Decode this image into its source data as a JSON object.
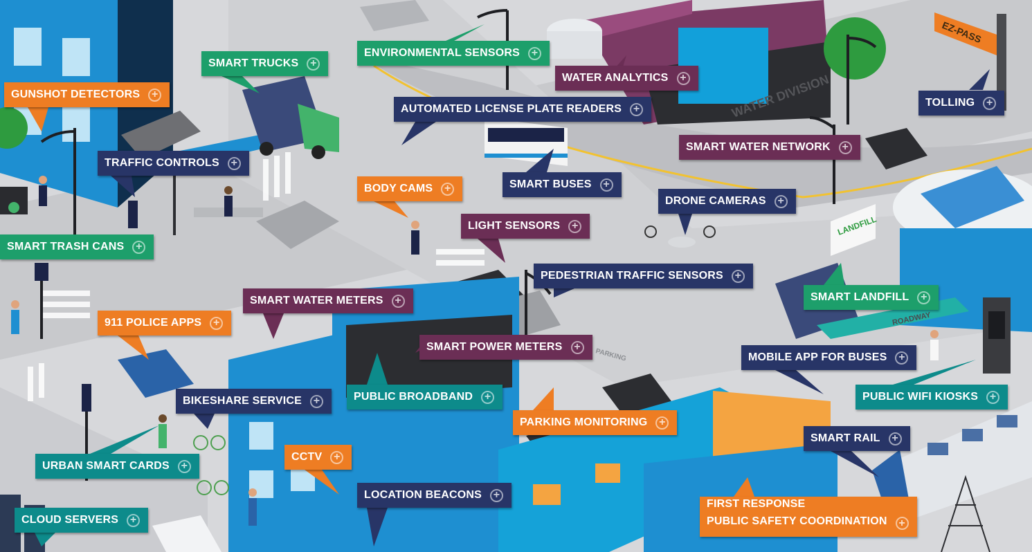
{
  "colors": {
    "orange": "#ee7d23",
    "green": "#1d9f6b",
    "navy": "#283567",
    "plum": "#6b2e55",
    "teal": "#0d8b8b",
    "building_blue": "#1e8fd1",
    "road": "#c9cacd"
  },
  "icons": {
    "expand": "plus-circle-icon",
    "expand_glyph": "+"
  },
  "signs": {
    "ezpass": "EZ-PASS",
    "landfill": "LANDFILL",
    "water_division": "WATER DIVISION",
    "parking": "PARKING",
    "roadway": "ROADWAY"
  },
  "labels": [
    {
      "id": "gunshot-detectors",
      "text": "GUNSHOT DETECTORS",
      "color": "orange"
    },
    {
      "id": "smart-trucks",
      "text": "SMART TRUCKS",
      "color": "green"
    },
    {
      "id": "environmental-sensors",
      "text": "ENVIRONMENTAL SENSORS",
      "color": "green"
    },
    {
      "id": "water-analytics",
      "text": "WATER ANALYTICS",
      "color": "plum"
    },
    {
      "id": "automated-license-plate-readers",
      "text": "AUTOMATED LICENSE PLATE READERS",
      "color": "navy"
    },
    {
      "id": "tolling",
      "text": "TOLLING",
      "color": "navy"
    },
    {
      "id": "smart-water-network",
      "text": "SMART WATER NETWORK",
      "color": "plum"
    },
    {
      "id": "traffic-controls",
      "text": "TRAFFIC CONTROLS",
      "color": "navy"
    },
    {
      "id": "smart-buses",
      "text": "SMART BUSES",
      "color": "navy"
    },
    {
      "id": "body-cams",
      "text": "BODY CAMS",
      "color": "orange"
    },
    {
      "id": "drone-cameras",
      "text": "DRONE CAMERAS",
      "color": "navy"
    },
    {
      "id": "light-sensors",
      "text": "LIGHT SENSORS",
      "color": "plum"
    },
    {
      "id": "smart-trash-cans",
      "text": "SMART TRASH CANS",
      "color": "green"
    },
    {
      "id": "pedestrian-traffic-sensors",
      "text": "PEDESTRIAN TRAFFIC SENSORS",
      "color": "navy"
    },
    {
      "id": "smart-landfill",
      "text": "SMART LANDFILL",
      "color": "green"
    },
    {
      "id": "smart-water-meters",
      "text": "SMART WATER METERS",
      "color": "plum"
    },
    {
      "id": "911-police-apps",
      "text": "911 POLICE APPS",
      "color": "orange"
    },
    {
      "id": "smart-power-meters",
      "text": "SMART POWER METERS",
      "color": "plum"
    },
    {
      "id": "mobile-app-for-buses",
      "text": "MOBILE APP FOR BUSES",
      "color": "navy"
    },
    {
      "id": "public-broadband",
      "text": "PUBLIC BROADBAND",
      "color": "teal"
    },
    {
      "id": "bikeshare-service",
      "text": "BIKESHARE SERVICE",
      "color": "navy"
    },
    {
      "id": "public-wifi-kiosks",
      "text": "PUBLIC WIFI KIOSKS",
      "color": "teal"
    },
    {
      "id": "parking-monitoring",
      "text": "PARKING MONITORING",
      "color": "orange"
    },
    {
      "id": "smart-rail",
      "text": "SMART RAIL",
      "color": "navy"
    },
    {
      "id": "cctv",
      "text": "CCTV",
      "color": "orange"
    },
    {
      "id": "urban-smart-cards",
      "text": "URBAN SMART CARDS",
      "color": "teal"
    },
    {
      "id": "location-beacons",
      "text": "LOCATION BEACONS",
      "color": "navy"
    },
    {
      "id": "cloud-servers",
      "text": "CLOUD SERVERS",
      "color": "teal"
    },
    {
      "id": "first-response",
      "text": "FIRST RESPONSE",
      "text2": "PUBLIC SAFETY COORDINATION",
      "color": "orange"
    }
  ]
}
